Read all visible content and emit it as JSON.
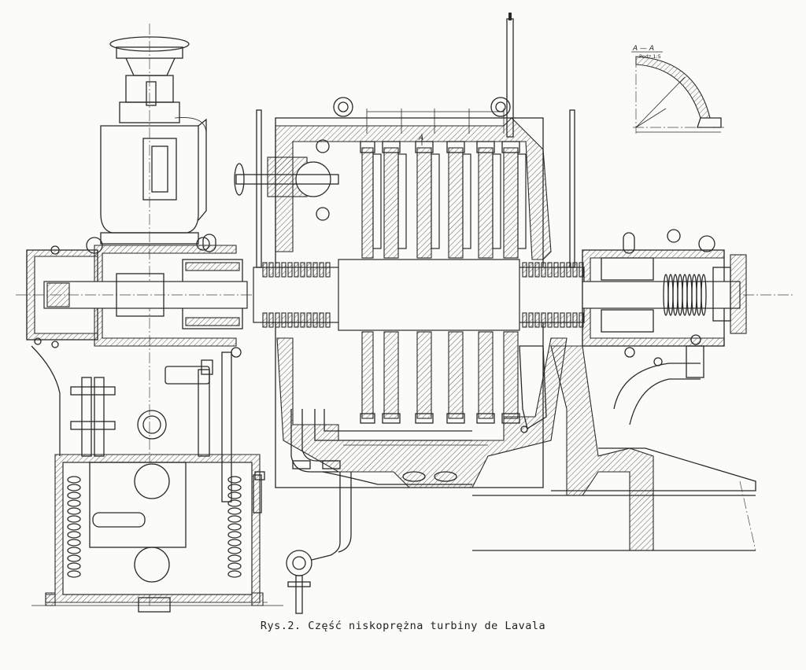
{
  "caption": "Rys.2. Część niskoprężna turbiny de Lavala",
  "detail": {
    "section_label": "A — A",
    "scale_label": "Podz.1:5"
  },
  "section_marker": "A"
}
